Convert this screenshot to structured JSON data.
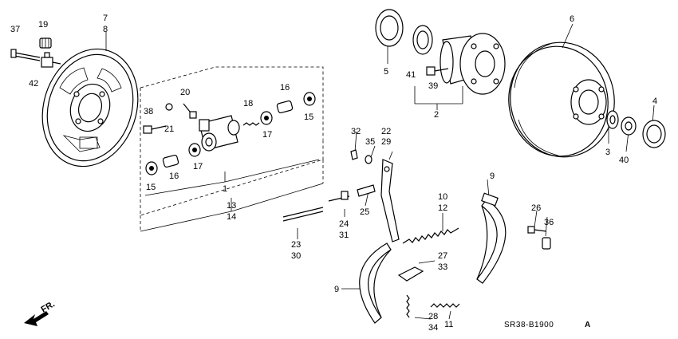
{
  "diagram_code": "SR38-B1900",
  "diagram_code_suffix": "A",
  "direction_label": "FR.",
  "callouts": {
    "c1": "1",
    "c2": "2",
    "c3": "3",
    "c4": "4",
    "c5": "5",
    "c6": "6",
    "c7": "7",
    "c8": "8",
    "c9a": "9",
    "c9b": "9",
    "c10": "10",
    "c11": "11",
    "c12": "12",
    "c13": "13",
    "c14": "14",
    "c15a": "15",
    "c15b": "15",
    "c16a": "16",
    "c16b": "16",
    "c17a": "17",
    "c17b": "17",
    "c18": "18",
    "c19": "19",
    "c20": "20",
    "c21": "21",
    "c22": "22",
    "c23": "23",
    "c24": "24",
    "c25": "25",
    "c26": "26",
    "c27": "27",
    "c28": "28",
    "c29": "29",
    "c30": "30",
    "c31": "31",
    "c32": "32",
    "c33": "33",
    "c34": "34",
    "c35": "35",
    "c36": "36",
    "c37": "37",
    "c38": "38",
    "c39": "39",
    "c40": "40",
    "c41": "41",
    "c42": "42"
  }
}
